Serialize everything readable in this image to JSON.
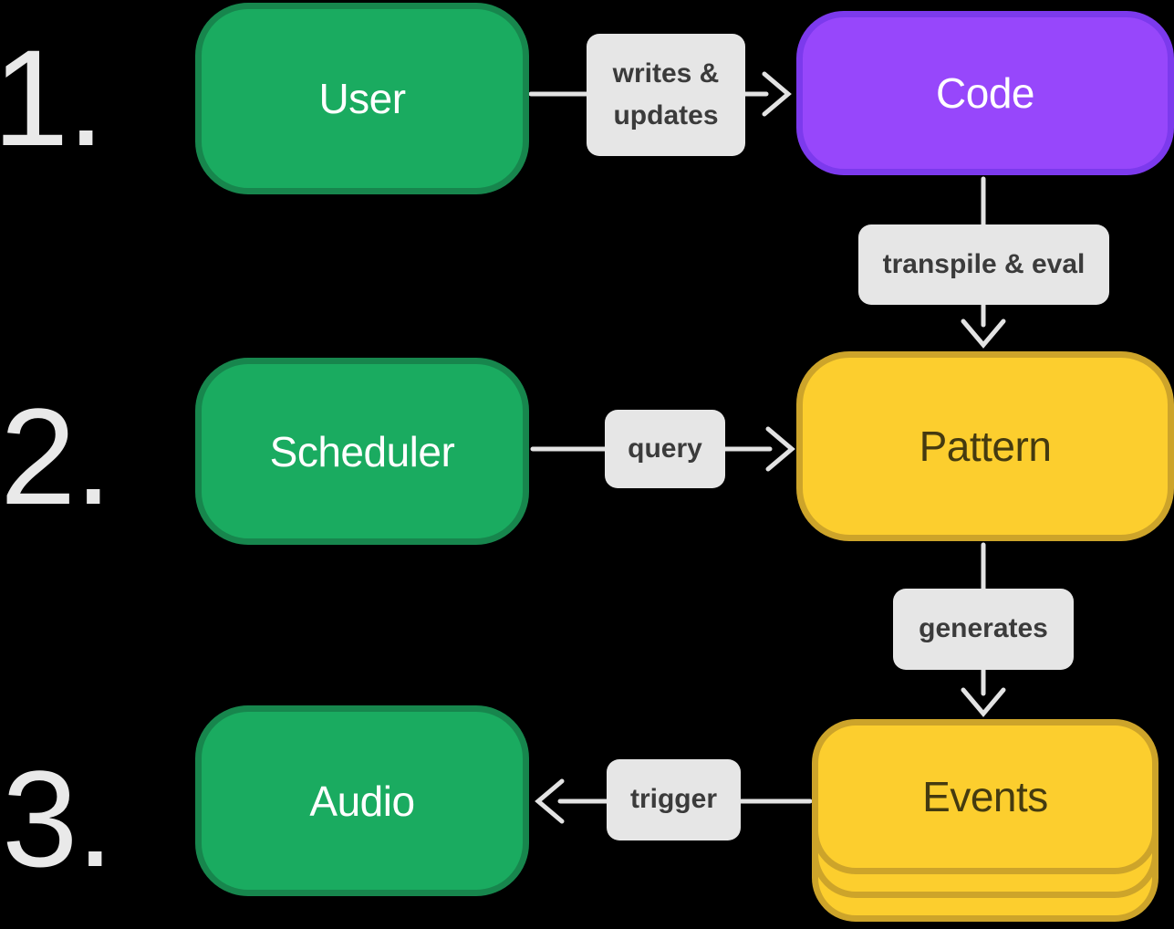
{
  "steps": [
    {
      "number": "1."
    },
    {
      "number": "2."
    },
    {
      "number": "3."
    }
  ],
  "nodes": {
    "user": {
      "label": "User"
    },
    "code": {
      "label": "Code"
    },
    "scheduler": {
      "label": "Scheduler"
    },
    "pattern": {
      "label": "Pattern"
    },
    "events": {
      "label": "Events"
    },
    "audio": {
      "label": "Audio"
    }
  },
  "edges": {
    "writes_updates": {
      "line1": "writes &",
      "line2": "updates"
    },
    "transpile_eval": {
      "label": "transpile & eval"
    },
    "query": {
      "label": "query"
    },
    "generates": {
      "label": "generates"
    },
    "trigger": {
      "label": "trigger"
    }
  },
  "colors": {
    "background": "#000000",
    "green-fill": "#1aab60",
    "green-border": "#17864d",
    "purple-fill": "#9747fb",
    "purple-border": "#7c3aed",
    "yellow-fill": "#fcce2e",
    "yellow-border": "#cda42a",
    "label-bg": "#e6e6e6",
    "label-text": "#3b3b3b",
    "arrow": "#e3e3e3",
    "number-text": "#e9e9e9",
    "node-text-light": "#ffffff",
    "node-text-dark": "#443a10"
  }
}
